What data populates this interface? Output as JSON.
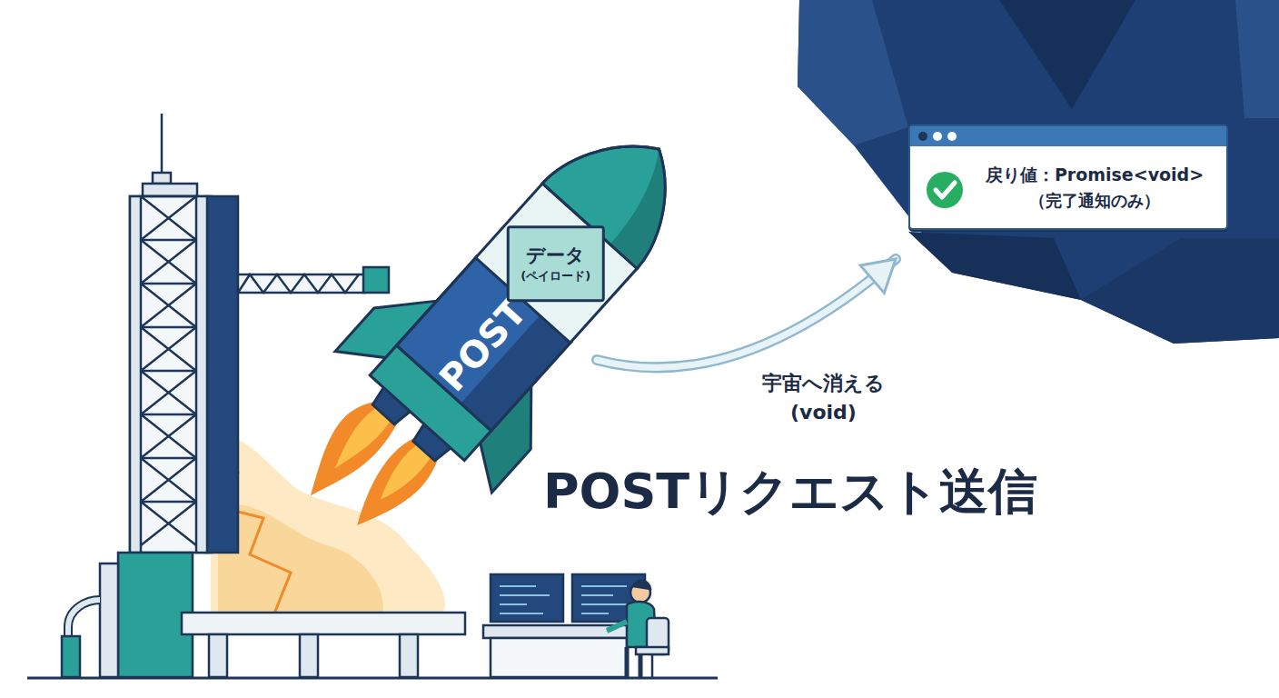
{
  "diagram": {
    "title": "POSTリクエスト送信",
    "nodes": [
      {
        "text": [
          "POST"
        ]
      },
      {
        "text": [
          "データ",
          "(ペイロード)"
        ],
        "in": 0
      },
      {
        "text": [
          "戻り値：Promise<void>",
          "（完了通知のみ）"
        ]
      }
    ],
    "edges": [
      {
        "from": 0,
        "to": 2,
        "arrow": "to",
        "label": "宇宙へ消える (void)"
      }
    ]
  }
}
